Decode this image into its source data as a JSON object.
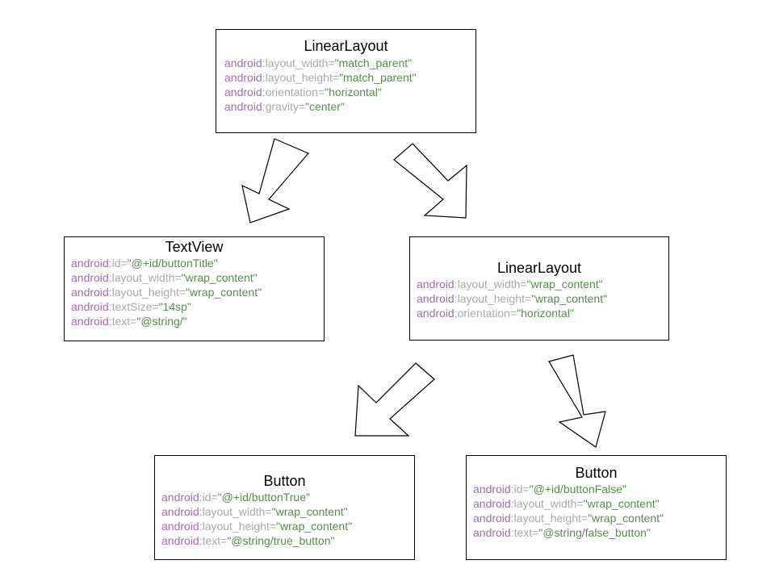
{
  "nodes": [
    {
      "id": "root",
      "title": "LinearLayout",
      "attrs": [
        {
          "ns": "android",
          "key": ":layout_width=",
          "val": "\"match_parent\""
        },
        {
          "ns": "android",
          "key": ":layout_height=",
          "val": "\"match_parent\""
        },
        {
          "ns": "android",
          "key": ":orientation=",
          "val": "\"horizontal\""
        },
        {
          "ns": "android",
          "key": ":gravity=",
          "val": "\"center\""
        }
      ]
    },
    {
      "id": "textview",
      "title": "TextView",
      "attrs": [
        {
          "ns": "android",
          "key": ":id=",
          "val": "\"@+id/buttonTitle\""
        },
        {
          "ns": "android",
          "key": ":layout_width=",
          "val": "\"wrap_content\""
        },
        {
          "ns": "android",
          "key": ":layout_height=",
          "val": "\"wrap_content\""
        },
        {
          "ns": "android",
          "key": ":textSize=",
          "val": "\"14sp\""
        },
        {
          "ns": "android",
          "key": ":text=",
          "val": "\"@string/\""
        }
      ]
    },
    {
      "id": "inner",
      "title": "LinearLayout",
      "attrs": [
        {
          "ns": "android",
          "key": ":layout_width=",
          "val": "\"wrap_content\""
        },
        {
          "ns": "android",
          "key": ":layout_height=",
          "val": "\"wrap_content\""
        },
        {
          "ns": "android",
          "key": ":orientation=",
          "val": "\"horizontal\""
        }
      ]
    },
    {
      "id": "btn-true",
      "title": "Button",
      "attrs": [
        {
          "ns": "android",
          "key": ":id=",
          "val": "\"@+id/buttonTrue\""
        },
        {
          "ns": "android",
          "key": ":layout_width=",
          "val": "\"wrap_content\""
        },
        {
          "ns": "android",
          "key": ":layout_height=",
          "val": "\"wrap_content\""
        },
        {
          "ns": "android",
          "key": ":text=",
          "val": "\"@string/true_button\""
        }
      ]
    },
    {
      "id": "btn-false",
      "title": "Button",
      "attrs": [
        {
          "ns": "android",
          "key": ":id=",
          "val": "\"@+id/buttonFalse\""
        },
        {
          "ns": "android",
          "key": ":layout_width=",
          "val": "\"wrap_content\""
        },
        {
          "ns": "android",
          "key": ":layout_height=",
          "val": "\"wrap_content\""
        },
        {
          "ns": "android",
          "key": ":text=",
          "val": "\"@string/false_button\""
        }
      ]
    }
  ],
  "colors": {
    "namespace": "#9b6fb0",
    "attribute": "#a9a9a9",
    "value": "#5b8a4e"
  }
}
